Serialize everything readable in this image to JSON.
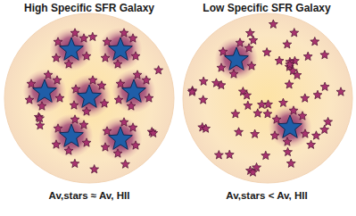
{
  "diagram": {
    "nodes": [
      {
        "text": [
          "High Specific SFR Galaxy",
          "Av,stars ≈ Av, HII"
        ]
      },
      {
        "text": [
          "Low Specific SFR Galaxy",
          "Av,stars < Av, HII"
        ]
      }
    ]
  }
}
